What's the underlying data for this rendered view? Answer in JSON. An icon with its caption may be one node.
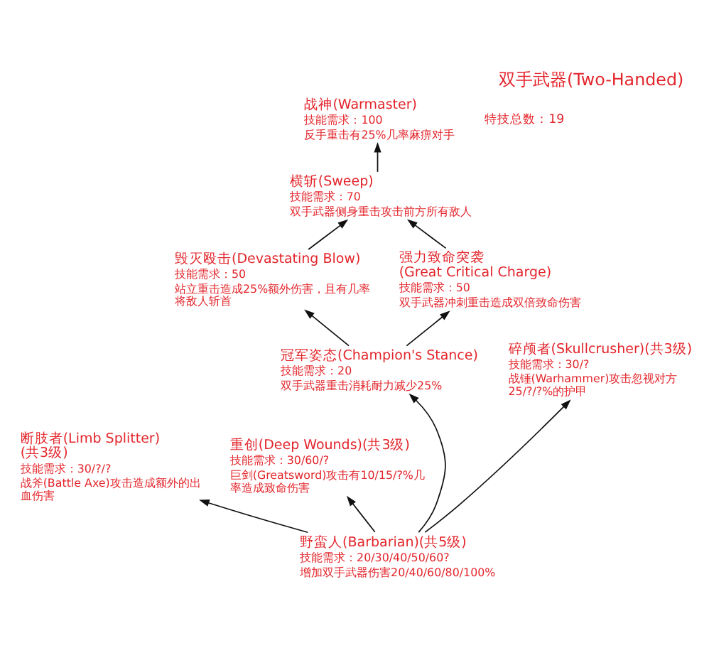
{
  "diagram": {
    "title": "双手武器(Two-Handed)",
    "nodes": [
      {
        "text": [
          "战神(Warmaster)",
          "技能需求：100",
          "反手重击有25%几率麻痹对手"
        ]
      },
      {
        "text": [
          "横斩(Sweep)",
          "技能需求：70",
          "双手武器侧身重击攻击前方所有敌人"
        ]
      },
      {
        "text": [
          "毁灭殴击(Devastating Blow)",
          "技能需求：50",
          "站立重击造成25%额外伤害，且有几率将敌人斩首"
        ]
      },
      {
        "text": [
          "强力致命突袭(Great Critical Charge)",
          "技能需求：50",
          "双手武器冲刺重击造成双倍致命伤害"
        ]
      },
      {
        "text": [
          "冠军姿态(Champion's Stance)",
          "技能需求：20",
          "双手武器重击消耗耐力减少25%"
        ]
      },
      {
        "text": [
          "碎颅者(Skullcrusher)(共3级)",
          "技能需求：30/?",
          "战锤(Warhammer)攻击忽视对方25/?/?%的护甲"
        ]
      },
      {
        "text": [
          "断肢者(Limb Splitter)(共3级)",
          "技能需求：30/?/?",
          "战斧(Battle Axe)攻击造成额外的出血伤害"
        ]
      },
      {
        "text": [
          "重创(Deep Wounds)(共3级)",
          "技能需求：30/60/?",
          "巨剑(Greatsword)攻击有10/15/?%几率造成致命伤害"
        ]
      },
      {
        "text": [
          "野蛮人(Barbarian)(共5级)",
          "技能需求：20/30/40/50/60?",
          "增加双手武器伤害20/40/60/80/100%"
        ]
      }
    ],
    "edges": [
      {
        "from": 1,
        "to": 0,
        "arrow": "to"
      },
      {
        "from": 2,
        "to": 1,
        "arrow": "to"
      },
      {
        "from": 3,
        "to": 1,
        "arrow": "to"
      },
      {
        "from": 4,
        "to": 2,
        "arrow": "to"
      },
      {
        "from": 4,
        "to": 3,
        "arrow": "to"
      },
      {
        "from": 8,
        "to": 4,
        "arrow": "to"
      },
      {
        "from": 8,
        "to": 5,
        "arrow": "to"
      },
      {
        "from": 8,
        "to": 6,
        "arrow": "to"
      },
      {
        "from": 8,
        "to": 7,
        "arrow": "to"
      }
    ],
    "labels": [
      "特技总数：19"
    ]
  }
}
